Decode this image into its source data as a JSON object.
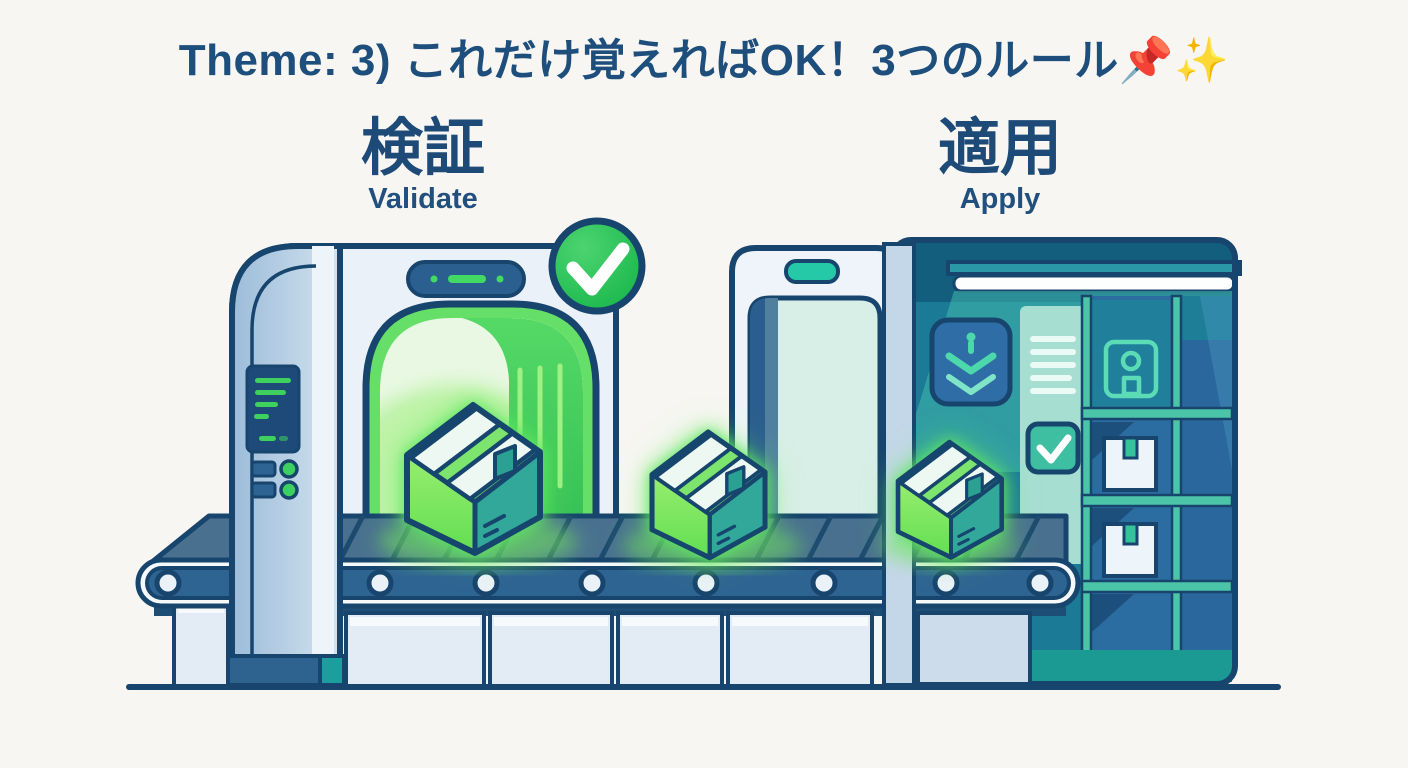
{
  "title": {
    "text": "Theme: 3) これだけ覚えればOK！3つのルール📌✨"
  },
  "stages": [
    {
      "id": "validate",
      "label_ja": "検証",
      "label_en": "Validate"
    },
    {
      "id": "apply",
      "label_ja": "適用",
      "label_en": "Apply"
    }
  ],
  "badge": {
    "name": "check-badge",
    "meaning": "validation passed"
  },
  "icons": [
    "check-badge-icon",
    "pushpin-emoji",
    "sparkles-emoji",
    "status-screen",
    "indicator-pill",
    "scan-curtain",
    "inbox-download-icon",
    "checklist-lines",
    "checkbox-checked-icon",
    "save-icon",
    "ceiling-light",
    "package-box",
    "shelf-box"
  ],
  "palette": {
    "background": "#f7f6f2",
    "outline_navy": "#17456d",
    "heading_navy": "#1d4e7c",
    "success_green": "#1ec157",
    "glow_green": "#58e65e",
    "box_green": "#7de46d",
    "box_teal": "#30a89a",
    "accent_teal": "#25c9a8",
    "machine_light": "#eaf1f8",
    "pillar_blue": "#b6cfe4",
    "conveyor_blue": "#2e6492",
    "deck_blue": "#49718f",
    "cabinet_teal": "#1b7a96",
    "mint": "#d8efe7"
  }
}
